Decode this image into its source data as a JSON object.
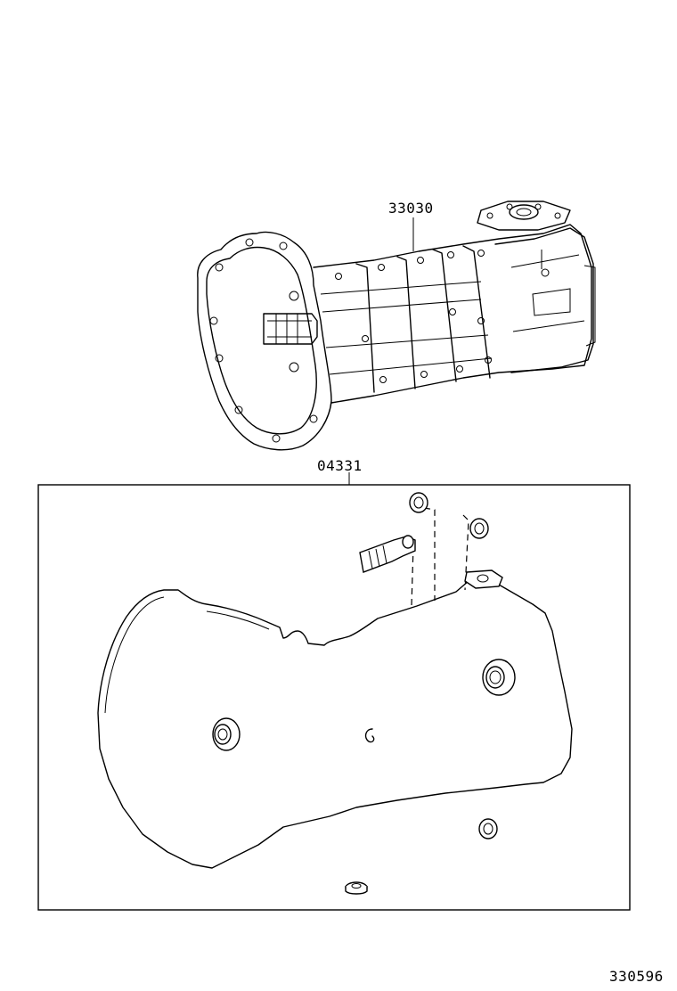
{
  "parts": {
    "transmission_assembly": {
      "number": "33030"
    },
    "overhaul_gasket_kit": {
      "number": "04331"
    }
  },
  "diagram_id": "330596"
}
